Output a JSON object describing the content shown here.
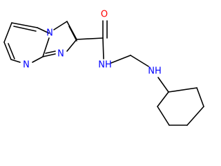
{
  "molecule": {
    "colors": {
      "bond": "#000000",
      "nitrogen": "#0000ff",
      "oxygen": "#ff0000",
      "background": "#ffffff"
    },
    "atoms": {
      "n_bridge": "N",
      "n_pyrimidine": "N",
      "n_imidazole": "N",
      "o_carbonyl": "O",
      "nh_amide": "NH",
      "nh_amine": "NH"
    }
  }
}
